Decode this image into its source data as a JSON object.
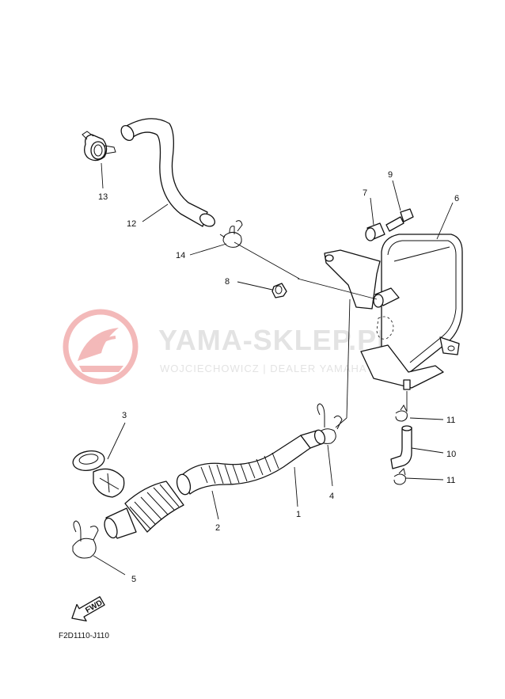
{
  "watermark": {
    "brand": "YAMA-SKLEP.PL",
    "tagline": "WOJCIECHOWICZ | DEALER YAMAHA"
  },
  "callouts": [
    "1",
    "2",
    "3",
    "4",
    "5",
    "6",
    "7",
    "8",
    "9",
    "10",
    "11",
    "11",
    "12",
    "13",
    "14"
  ],
  "fwd_label": "FWD",
  "figure_code": "F2D1110-J110",
  "colors": {
    "line": "#111111",
    "watermark_red": "#f3b9b9",
    "watermark_gray": "#e3e3e3"
  }
}
